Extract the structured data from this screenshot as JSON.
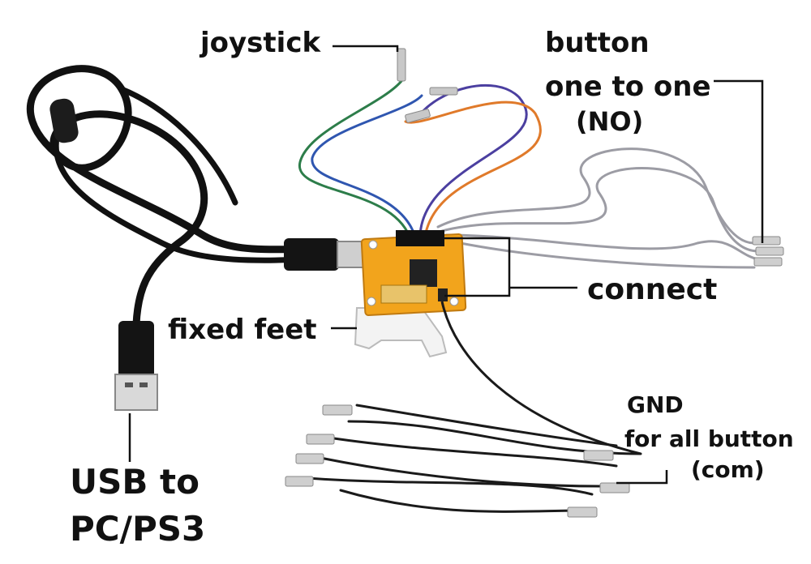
{
  "labels": {
    "joystick": "joystick",
    "button": "button",
    "one_to_one": "one to one",
    "no": "(NO)",
    "connect": "connect",
    "fixed_feet": "fixed feet",
    "gnd": "GND",
    "for_all_button": "for all button",
    "com": "(com)",
    "usb_line1": "USB to",
    "usb_line2": "PC/PS3"
  },
  "colors": {
    "usb_cable": "#111111",
    "pcb": "#f2a41c",
    "wire_purple": "#4b3fa0",
    "wire_blue": "#2f56b0",
    "wire_green": "#2d7d4a",
    "wire_orange": "#e07a2a",
    "wire_gray": "#9c9ca4",
    "wire_black": "#1a1a1a",
    "terminal": "#c8c8c8",
    "leader_line": "#111111"
  }
}
